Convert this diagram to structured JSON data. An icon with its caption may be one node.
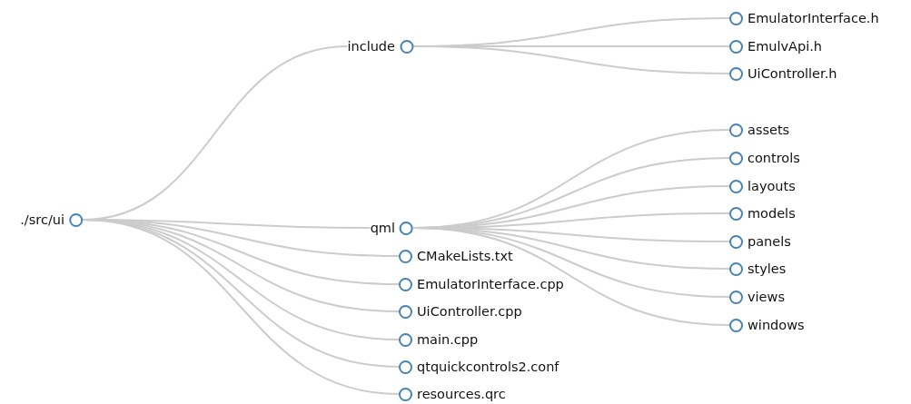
{
  "diagram": {
    "nodes": [
      {
        "text": [
          "./src/ui"
        ]
      },
      {
        "text": [
          "include"
        ]
      },
      {
        "text": [
          "EmulatorInterface.h"
        ]
      },
      {
        "text": [
          "EmulvApi.h"
        ]
      },
      {
        "text": [
          "UiController.h"
        ]
      },
      {
        "text": [
          "qml"
        ]
      },
      {
        "text": [
          "assets"
        ]
      },
      {
        "text": [
          "controls"
        ]
      },
      {
        "text": [
          "layouts"
        ]
      },
      {
        "text": [
          "models"
        ]
      },
      {
        "text": [
          "panels"
        ]
      },
      {
        "text": [
          "styles"
        ]
      },
      {
        "text": [
          "views"
        ]
      },
      {
        "text": [
          "windows"
        ]
      },
      {
        "text": [
          "CMakeLists.txt"
        ]
      },
      {
        "text": [
          "EmulatorInterface.cpp"
        ]
      },
      {
        "text": [
          "UiController.cpp"
        ]
      },
      {
        "text": [
          "main.cpp"
        ]
      },
      {
        "text": [
          "qtquickcontrols2.conf"
        ]
      },
      {
        "text": [
          "resources.qrc"
        ]
      }
    ],
    "edges": [
      {
        "from": 0,
        "to": 1,
        "arrow": "none"
      },
      {
        "from": 1,
        "to": 2,
        "arrow": "none"
      },
      {
        "from": 1,
        "to": 3,
        "arrow": "none"
      },
      {
        "from": 1,
        "to": 4,
        "arrow": "none"
      },
      {
        "from": 0,
        "to": 5,
        "arrow": "none"
      },
      {
        "from": 5,
        "to": 6,
        "arrow": "none"
      },
      {
        "from": 5,
        "to": 7,
        "arrow": "none"
      },
      {
        "from": 5,
        "to": 8,
        "arrow": "none"
      },
      {
        "from": 5,
        "to": 9,
        "arrow": "none"
      },
      {
        "from": 5,
        "to": 10,
        "arrow": "none"
      },
      {
        "from": 5,
        "to": 11,
        "arrow": "none"
      },
      {
        "from": 5,
        "to": 12,
        "arrow": "none"
      },
      {
        "from": 5,
        "to": 13,
        "arrow": "none"
      },
      {
        "from": 0,
        "to": 14,
        "arrow": "none"
      },
      {
        "from": 0,
        "to": 15,
        "arrow": "none"
      },
      {
        "from": 0,
        "to": 16,
        "arrow": "none"
      },
      {
        "from": 0,
        "to": 17,
        "arrow": "none"
      },
      {
        "from": 0,
        "to": 18,
        "arrow": "none"
      },
      {
        "from": 0,
        "to": 19,
        "arrow": "none"
      }
    ]
  }
}
